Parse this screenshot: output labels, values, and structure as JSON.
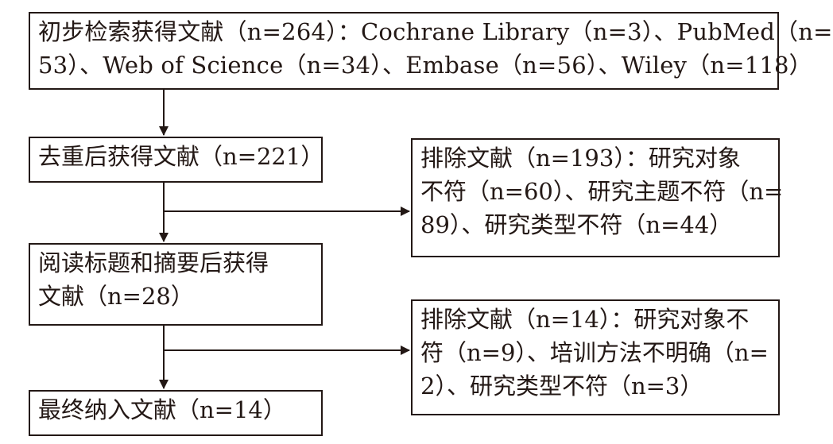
{
  "flowchart": {
    "identification": {
      "lines": [
        "初步检索获得文献（n=264）：Cochrane Library（n=3）、PubMed（n=",
        "53）、Web of Science（n=34）、Embase（n=56）、Wiley（n=118）"
      ]
    },
    "deduplication": {
      "lines": [
        "去重后获得文献（n=221）"
      ]
    },
    "screening": {
      "lines": [
        "阅读标题和摘要后获得",
        "文献（n=28）"
      ]
    },
    "included": {
      "lines": [
        "最终纳入文献（n=14）"
      ]
    },
    "exclusion_first": {
      "lines": [
        "排除文献（n=193）：研究对象",
        "不符（n=60）、研究主题不符（n=",
        "89）、研究类型不符（n=44）"
      ]
    },
    "exclusion_second": {
      "lines": [
        "排除文献（n=14）：研究对象不",
        "符（n=9）、培训方法不明确（n=",
        "2）、研究类型不符（n=3）"
      ]
    }
  },
  "style": {
    "stroke_color": "#231815",
    "background_color": "#ffffff"
  }
}
